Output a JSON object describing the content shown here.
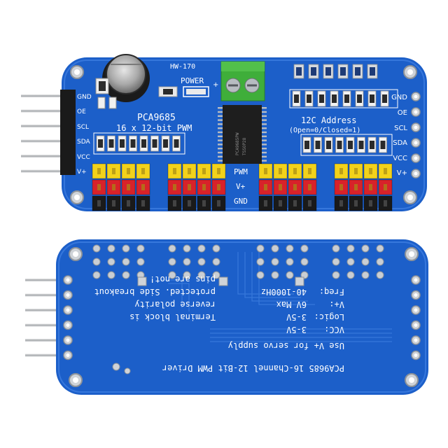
{
  "colors": {
    "pcb": "#1c5fc9",
    "pcb_dark": "#164fa8",
    "silk": "#ffffff",
    "pin_yellow": "#f2d21b",
    "pin_red": "#d8222a",
    "pin_black": "#1a1a1a",
    "terminal_green": "#3fae3a",
    "chip": "#1e1e1e",
    "metal": "#b9bcc0"
  },
  "front": {
    "model": "HW-170",
    "power_label": "POWER",
    "chip_name": "PCA9685",
    "chip_subtitle": "16 x 12-bit PWM",
    "address_title": "12C Address",
    "address_subtitle": "(Open=0/Closed=1)",
    "row_labels": {
      "pwm": "PWM",
      "vplus": "V+",
      "gnd": "GND"
    },
    "left_pins": [
      "GND",
      "OE",
      "SCL",
      "SDA",
      "VCC",
      "V+"
    ],
    "right_pins": [
      "GND",
      "OE",
      "SCL",
      "SDA",
      "VCC",
      "V+"
    ]
  },
  "back": {
    "freq_label": "Freq:",
    "freq_value": "40-1000Hz",
    "vplus_label": "V+:",
    "vplus_value": "6V Max",
    "logic_label": "Logic:",
    "logic_value": "3-5V",
    "vcc_label": "VCC:",
    "vcc_value": "3-5V",
    "note_line1": "Terminal block is",
    "note_line2": "reverse polarity",
    "note_line3": "protected. Side breakout",
    "note_line4": "pins are not!",
    "use_line": "Use V+ for servo supply",
    "product_line": "PCA9685 16-Channel 12-Bit PWM Driver"
  }
}
